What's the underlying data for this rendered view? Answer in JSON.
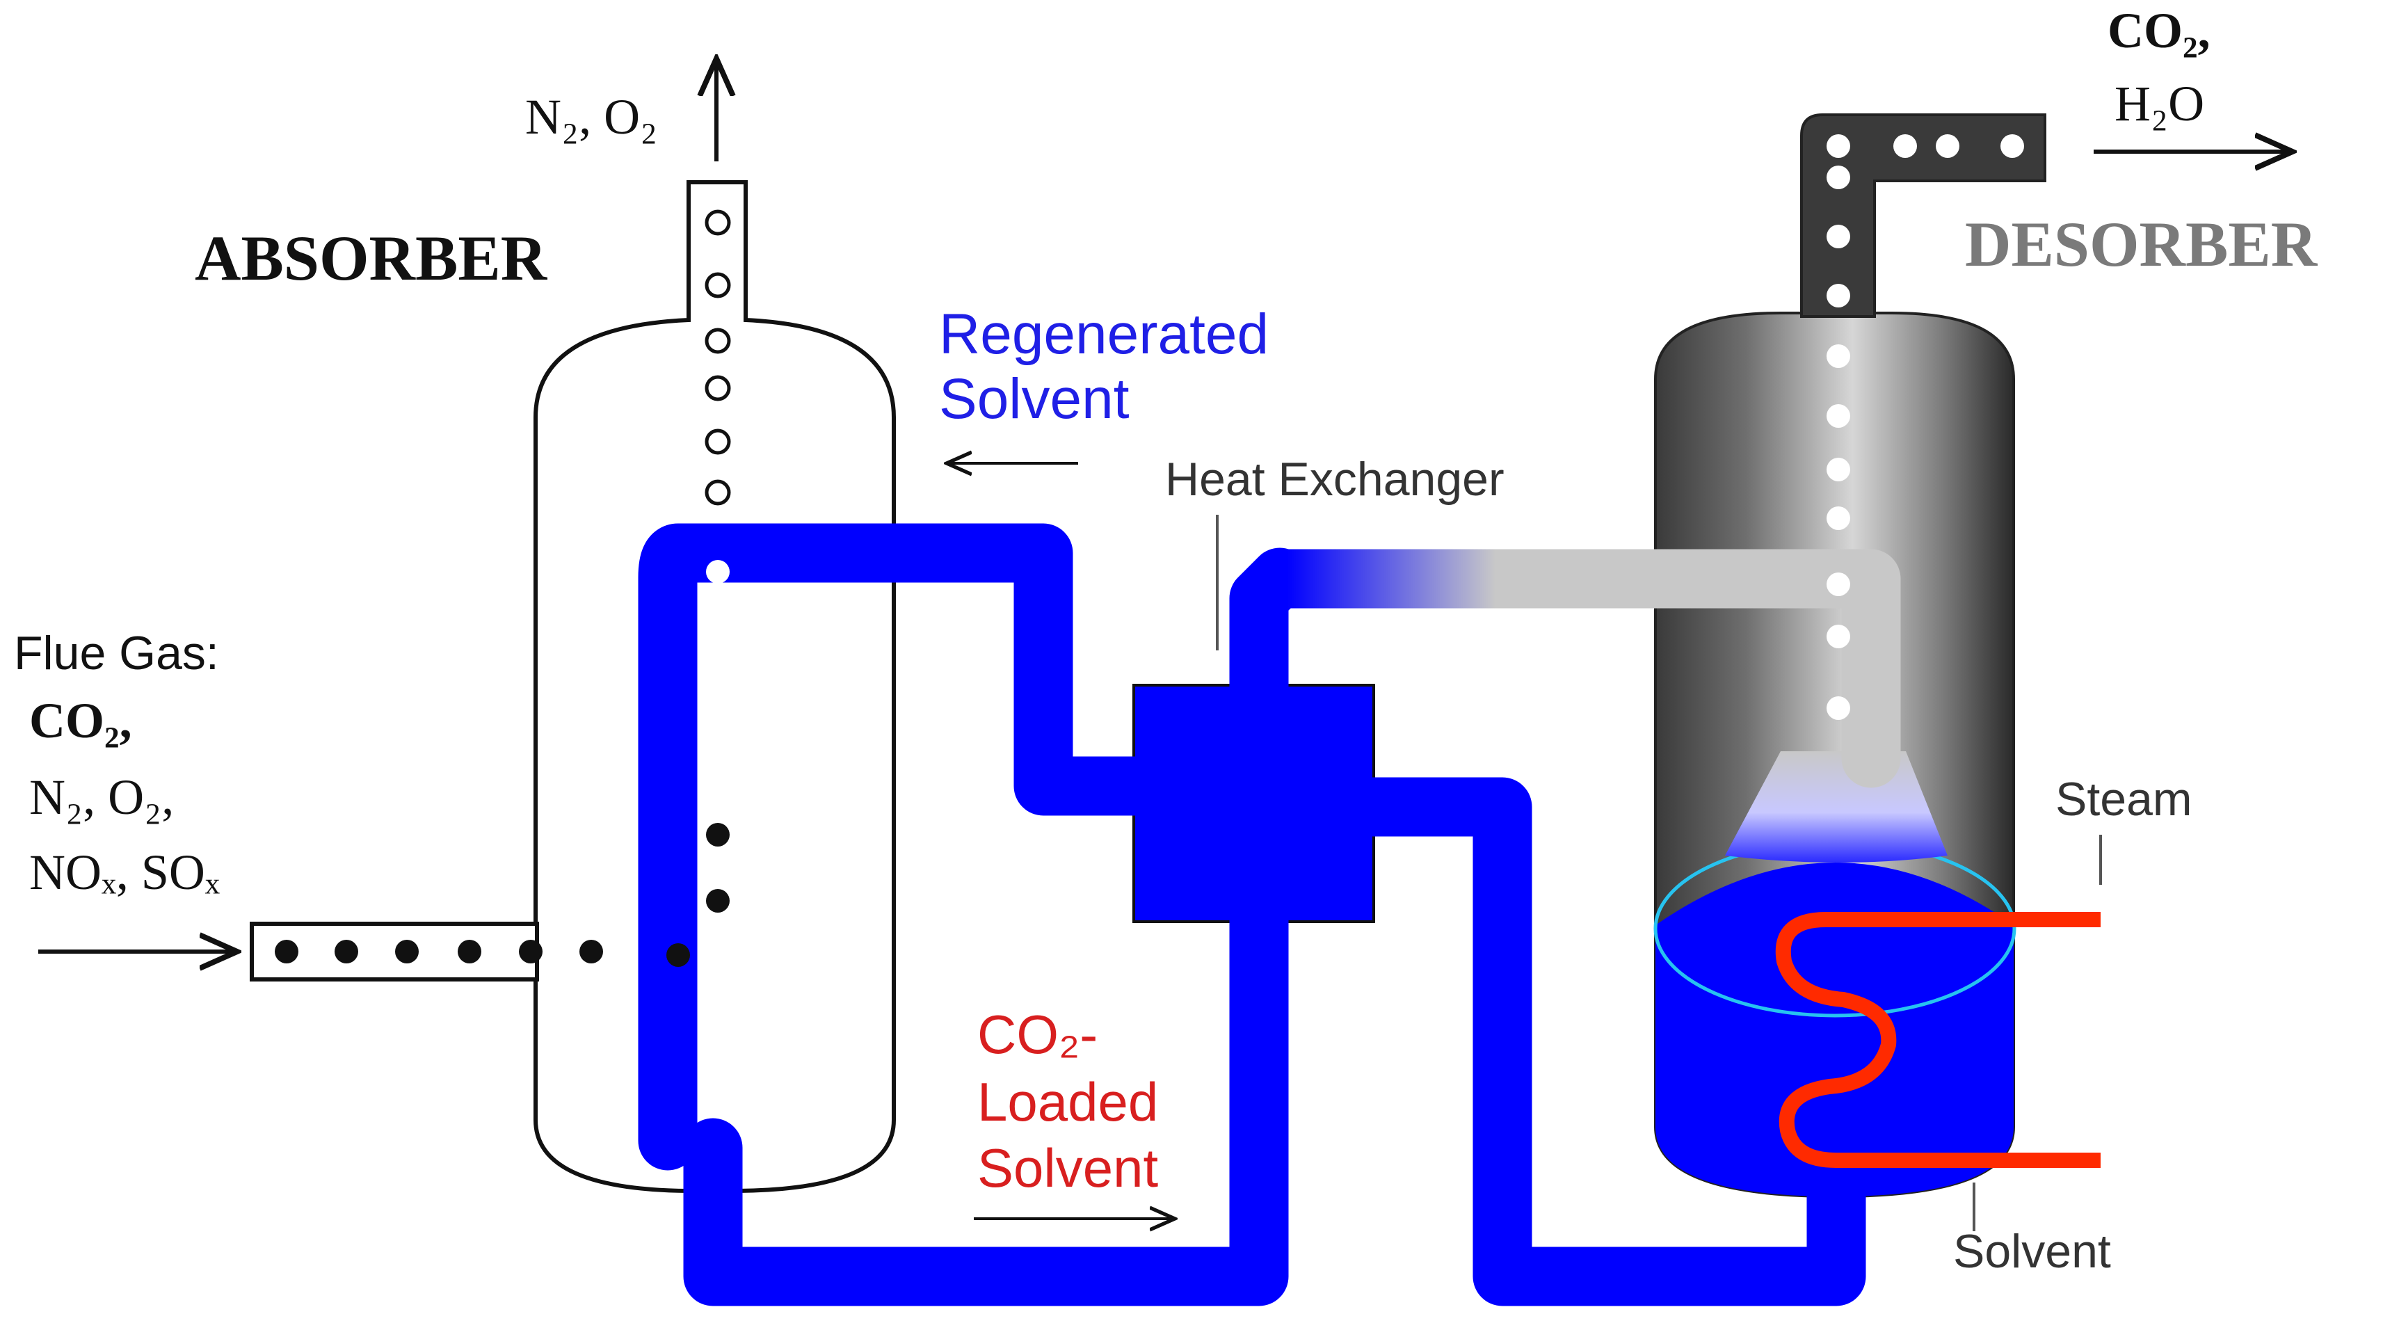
{
  "absorber": {
    "title": "ABSORBER",
    "outlet_gas": "N₂, O₂"
  },
  "desorber": {
    "title": "DESORBER",
    "outlet_gas_1": "CO₂,",
    "outlet_gas_2": "H₂O"
  },
  "flue_gas": {
    "heading": "Flue Gas:",
    "line1": "CO₂,",
    "line2": "N₂, O₂,",
    "line3": "NOₓ, SOₓ"
  },
  "regenerated_solvent": {
    "line1": "Regenerated",
    "line2": "Solvent"
  },
  "loaded_solvent": {
    "line1": "CO₂-",
    "line2": "Loaded",
    "line3": "Solvent"
  },
  "heat_exchanger": {
    "label": "Heat Exchanger"
  },
  "steam": {
    "label": "Steam"
  },
  "solvent": {
    "label": "Solvent"
  },
  "colors": {
    "solvent_blue": "#0000ff",
    "steam_red": "#ff2a00",
    "regenerated_text": "#1f1fe6",
    "loaded_text": "#d81f1f",
    "desorber_title": "#7a7a7a"
  }
}
